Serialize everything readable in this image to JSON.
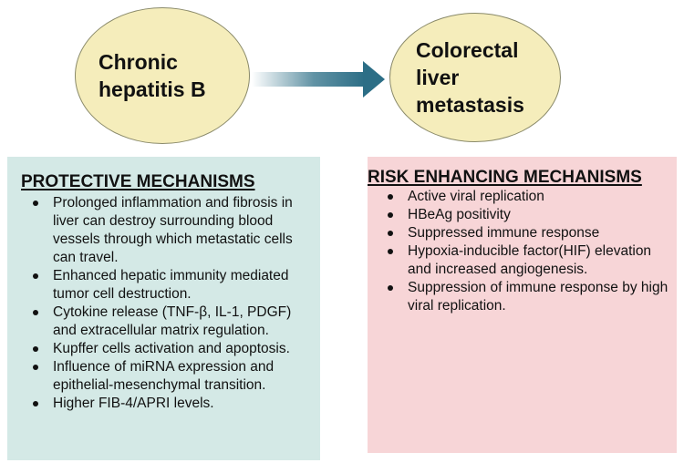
{
  "nodes": {
    "left_oval": "Chronic\nhepatitis B",
    "right_oval": "Colorectal\nliver\nmetastasis"
  },
  "protective": {
    "title": "PROTECTIVE MECHANISMS",
    "items": [
      "Prolonged inflammation and fibrosis in liver can destroy surrounding blood vessels through which metastatic cells can travel.",
      "Enhanced hepatic immunity mediated tumor cell destruction.",
      "Cytokine release (TNF-β, IL-1, PDGF) and extracellular matrix regulation.",
      "Kupffer cells activation and apoptosis.",
      "Influence of miRNA expression and epithelial-mesenchymal transition.",
      "Higher FIB-4/APRI levels."
    ]
  },
  "risk": {
    "title": "RISK ENHANCING MECHANISMS",
    "items": [
      "Active viral replication",
      "HBeAg positivity",
      "Suppressed immune response",
      "Hypoxia-inducible factor(HIF) elevation and increased angiogenesis.",
      " Suppression of immune response by high viral replication."
    ]
  },
  "colors": {
    "oval_fill": "#f5edbb",
    "arrow": "#2c6e86",
    "protective_box": "#d4e9e6",
    "risk_box": "#f7d5d7"
  }
}
